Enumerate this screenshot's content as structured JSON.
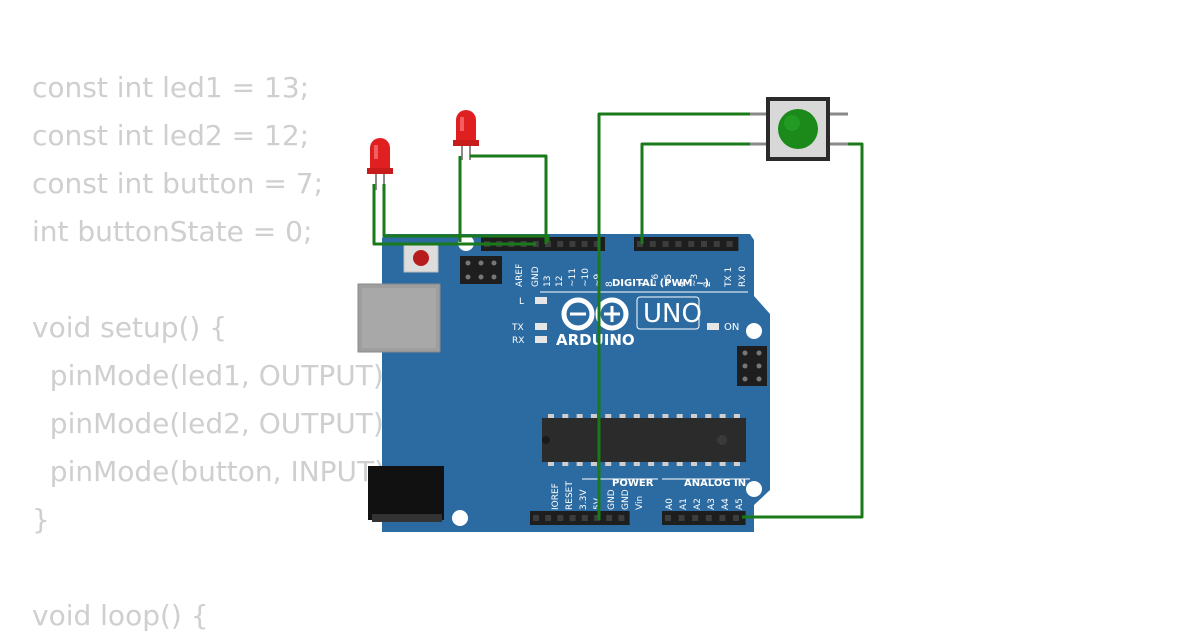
{
  "code_lines": [
    "const int led1 = 13;",
    "const int led2 = 12;",
    "const int button = 7;",
    "int buttonState = 0;",
    "",
    "void setup() {",
    "  pinMode(led1, OUTPUT);",
    "  pinMode(led2, OUTPUT);",
    "  pinMode(button, INPUT);",
    "}",
    "",
    "void loop() {"
  ],
  "board": {
    "brand": "ARDUINO",
    "model": "UNO",
    "digital_header_label": "DIGITAL (PWM ~)",
    "power_header_label": "POWER",
    "analog_header_label": "ANALOG IN",
    "on_label": "ON",
    "l_label": "L",
    "tx_label": "TX",
    "rx_label": "RX",
    "digital_pin_labels": [
      "AREF",
      "GND",
      "13",
      "12",
      "~11",
      "~10",
      "~9",
      "8",
      "7",
      "~6",
      "~5",
      "4",
      "~3",
      "2",
      "TX 1",
      "RX 0"
    ],
    "power_pin_labels": [
      "IOREF",
      "RESET",
      "3.3V",
      "5V",
      "GND",
      "GND",
      "Vin"
    ],
    "analog_pin_labels": [
      "A0",
      "A1",
      "A2",
      "A3",
      "A4",
      "A5"
    ]
  },
  "components": {
    "led_color": "#e02020",
    "button_color": "#1b8a1b",
    "wire_color": "#1a7a1a",
    "board_color": "#2b6aa0"
  }
}
